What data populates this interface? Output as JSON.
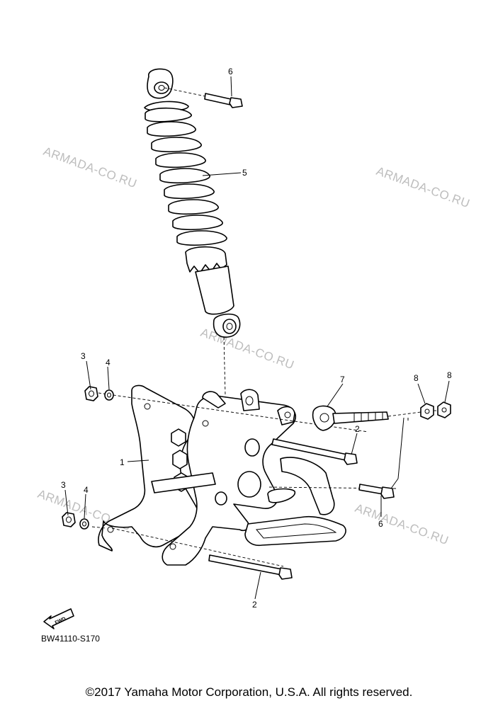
{
  "watermark_text": "ARMADA-CO.RU",
  "callouts": {
    "c1": "1",
    "c2_upper": "2",
    "c2_lower": "2",
    "c3_upper": "3",
    "c3_lower": "3",
    "c4_upper": "4",
    "c4_lower": "4",
    "c5": "5",
    "c6_upper": "6",
    "c6_lower": "6",
    "c7": "7",
    "c8_left": "8",
    "c8_right": "8"
  },
  "fwd_label": "FWD",
  "diagram_code": "BW41110-S170",
  "copyright": "©2017 Yamaha Motor Corporation, U.S.A. All rights reserved."
}
